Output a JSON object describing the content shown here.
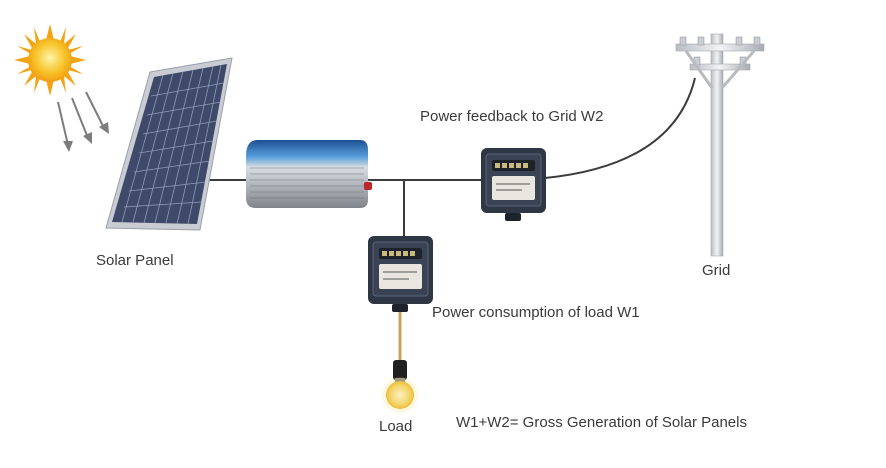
{
  "labels": {
    "solar_panel": "Solar Panel",
    "grid": "Grid",
    "load": "Load",
    "meter_w2": "Power feedback to Grid W2",
    "meter_w1": "Power consumption of load W1",
    "equation": "W1+W2= Gross Generation of Solar Panels"
  },
  "colors": {
    "wire": "#3c3c3c",
    "sun_core": "#f7c52c",
    "sun_rays": "#f2a413",
    "panel_cell": "#3f4a6a",
    "panel_frame": "#c9ccd2",
    "inverter_body": "#8e9298",
    "inverter_top": "#2d6fb8",
    "meter_body": "#2f3745",
    "pole": "#d3d6da",
    "bulb": "#f6d56a"
  },
  "icons": {
    "sun": "sun-icon",
    "panel": "solar-panel-icon",
    "inverter": "inverter-icon",
    "meter": "electricity-meter-icon",
    "pole": "utility-pole-icon",
    "bulb": "light-bulb-icon"
  }
}
